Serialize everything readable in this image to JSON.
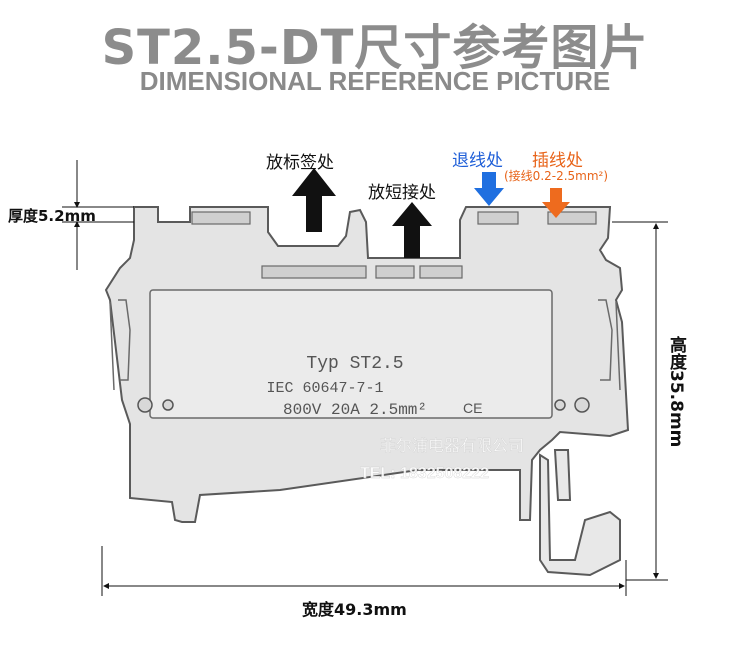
{
  "header": {
    "title": "ST2.5-DT尺寸参考图片",
    "subtitle": "DIMENSIONAL REFERENCE PICTURE"
  },
  "callouts": {
    "label_place": "放标签处",
    "short_place": "放短接处",
    "release": "退线处",
    "insert": "插线处",
    "insert_spec": "(接线0.2-2.5mm²)"
  },
  "product_marking": {
    "type_line": "Typ ST2.5",
    "standard_line": "IEC 60647-7-1",
    "rating_line": "800V 20A 2.5mm²",
    "ce_mark": "CE"
  },
  "watermark": {
    "company": "菲尔浦电器有限公司",
    "tel": "TEL: 1832508222"
  },
  "dimensions": {
    "thickness": "厚度5.2mm",
    "height": "高度35.8mm",
    "width": "宽度49.3mm"
  },
  "colors": {
    "release_arrow": "#1f6fe0",
    "insert_arrow": "#ee6b1e",
    "release_text": "#1f5fd8",
    "insert_text": "#e8641a",
    "body_fill": "#e4e4e4",
    "outline": "#5a5a5a"
  }
}
